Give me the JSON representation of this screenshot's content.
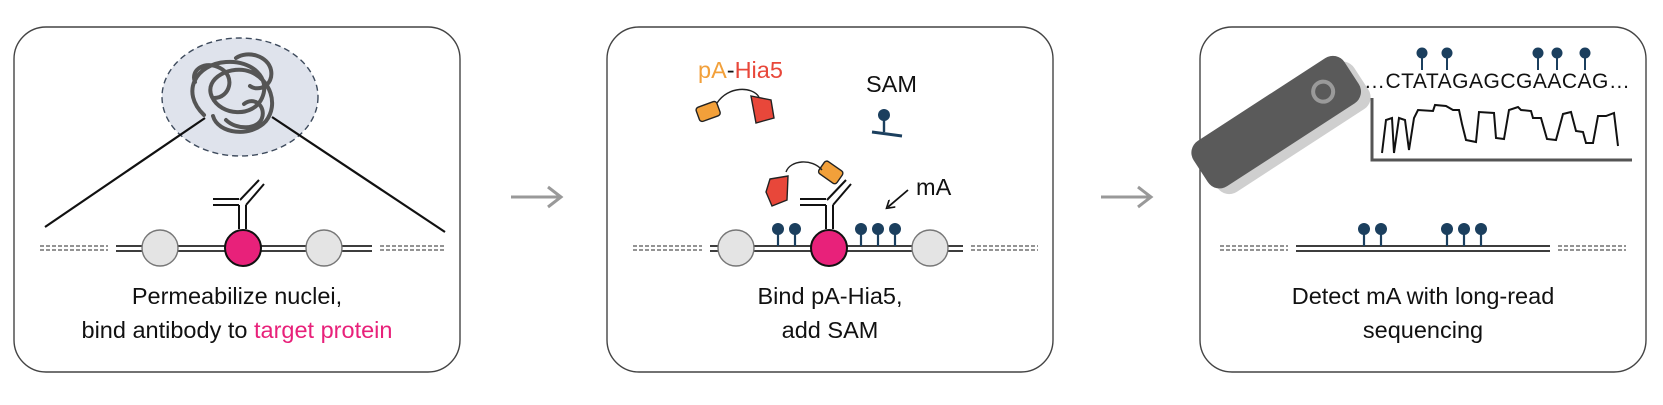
{
  "panel1": {
    "caption_line1": "Permeabilize nuclei,",
    "caption_line2_prefix": "bind antibody to ",
    "caption_line2_highlight": "target protein"
  },
  "panel2": {
    "enzyme_label_pa": "pA",
    "enzyme_label_dash": "-",
    "enzyme_label_hia5": "Hia5",
    "sam_label": "SAM",
    "ma_label": "mA",
    "caption_line1": "Bind pA-Hia5,",
    "caption_line2": "add SAM"
  },
  "panel3": {
    "sequence": "…CTATAGAGCGAACAG…",
    "caption_line1": "Detect mA with long-read",
    "caption_line2": "sequencing"
  },
  "colors": {
    "target_protein": "#e8217a",
    "pa_orange": "#f2a03a",
    "hia5_red": "#e8473a",
    "methyl_blue": "#1b3f5e",
    "nucleosome_gray": "#e4e4e4",
    "device_gray": "#5a5a5a",
    "nucleus_fill": "#dfe3ec",
    "arrow_gray": "#999999"
  },
  "icons": {
    "nucleus": "nucleus-icon",
    "antibody": "antibody-icon",
    "methyl": "methyl-lollipop-icon",
    "sequencer": "nanopore-sequencer-icon"
  }
}
